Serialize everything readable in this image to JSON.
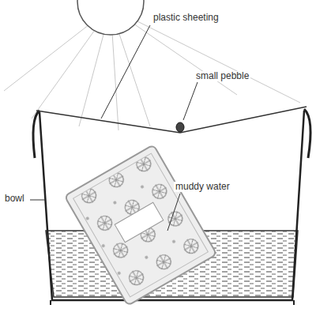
{
  "diagram": {
    "labels": [
      "plastic sheeting",
      "small pebble",
      "bowl",
      "muddy water"
    ]
  }
}
